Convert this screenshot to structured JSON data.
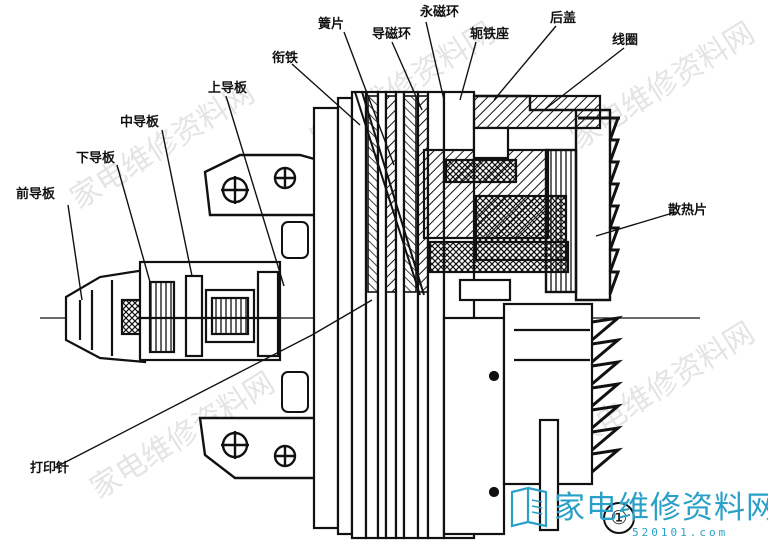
{
  "labels": {
    "front_guide_plate": "前导板",
    "lower_guide_plate": "下导板",
    "middle_guide_plate": "中导板",
    "upper_guide_plate": "上导板",
    "armature": "衔铁",
    "reed": "簧片",
    "magnet_guide_ring": "导磁环",
    "permanent_magnet_ring": "永磁环",
    "yoke_seat": "轭铁座",
    "rear_cover": "后盖",
    "coil": "线圈",
    "heat_sink_fin": "散热片",
    "print_pin": "打印针"
  },
  "figure_number": "①",
  "watermark": {
    "logo_text": "家电维修资料网",
    "logo_url": "520101.com",
    "tile_text": "家电维修资料网"
  },
  "colors": {
    "ink": "#111111",
    "watermark_gray": "#cfcfcf",
    "logo_blue": "#2aa0c8"
  }
}
